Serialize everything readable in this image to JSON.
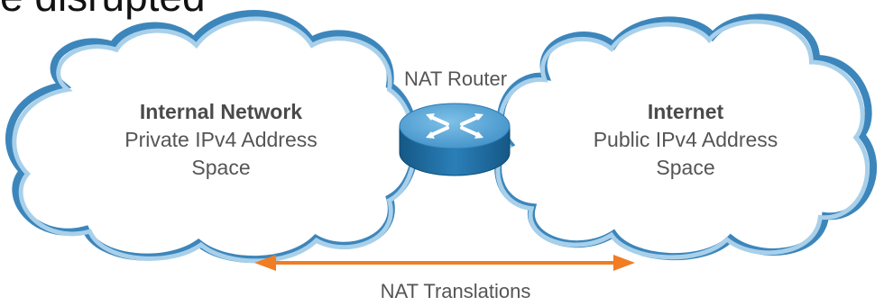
{
  "heading": {
    "partial_text": "e disrupted"
  },
  "internal": {
    "title": "Internal Network",
    "line1": "Private IPv4 Address",
    "line2": "Space"
  },
  "internet": {
    "title": "Internet",
    "line1": "Public IPv4 Address",
    "line2": "Space"
  },
  "router": {
    "label": "NAT Router",
    "icon": "router-icon"
  },
  "translations": {
    "label": "NAT Translations",
    "icon": "double-arrow-icon"
  },
  "colors": {
    "cloud_stroke_outer": "#3c86bb",
    "cloud_stroke_inner": "#a9d0ea",
    "router_top": "#5aa5d6",
    "router_body": "#1e6a9e",
    "arrow": "#f07d24",
    "text": "#555555"
  }
}
